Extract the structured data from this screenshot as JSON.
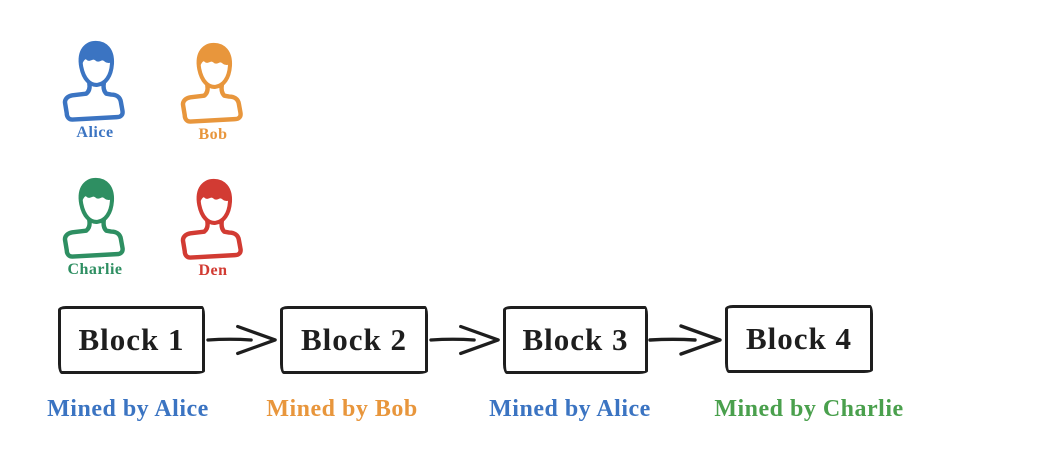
{
  "canvas": {
    "background": "#ffffff",
    "ink_color": "#1e1e1e"
  },
  "people": [
    {
      "name": "Alice",
      "color": "#3b74c2"
    },
    {
      "name": "Bob",
      "color": "#e8963c"
    },
    {
      "name": "Charlie",
      "color": "#2e8f62"
    },
    {
      "name": "Den",
      "color": "#d23b33"
    }
  ],
  "chain": {
    "blocks": [
      {
        "label": "Block 1",
        "miner_label": "Mined by Alice",
        "miner_color": "#3b74c2"
      },
      {
        "label": "Block 2",
        "miner_label": "Mined by Bob",
        "miner_color": "#e8963c"
      },
      {
        "label": "Block 3",
        "miner_label": "Mined by Alice",
        "miner_color": "#3b74c2"
      },
      {
        "label": "Block 4",
        "miner_label": "Mined by Charlie",
        "miner_color": "#4aa04d"
      }
    ]
  }
}
